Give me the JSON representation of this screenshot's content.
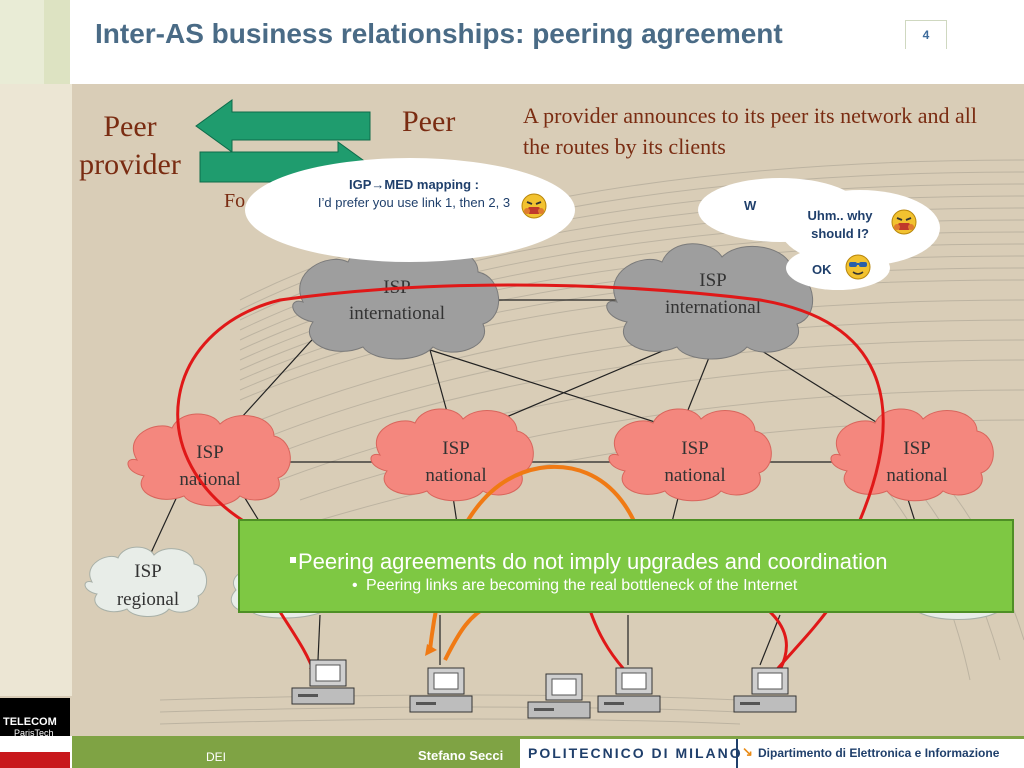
{
  "header": {
    "title": "Inter-AS business relationships: peering agreement",
    "page_number": "4"
  },
  "diagram": {
    "peer_left": "Peer\nprovider",
    "peer_right": "Peer",
    "announcement": "A provider announces to its peer its network and all the routes by its clients",
    "partial_label": "Fo",
    "bubble_left": {
      "title": "IGP→MED mapping :",
      "body": "I’d prefer you use link 1, then 2, 3"
    },
    "bubble_right": {
      "partial": "W",
      "line1": "Uhm.. why",
      "line2": "should I?",
      "ok": "OK"
    },
    "clouds": [
      {
        "kind": "international",
        "line1": "ISP",
        "line2": "international"
      },
      {
        "kind": "international",
        "line1": "ISP",
        "line2": "international"
      },
      {
        "kind": "national",
        "line1": "ISP",
        "line2": "national"
      },
      {
        "kind": "national",
        "line1": "ISP",
        "line2": "national"
      },
      {
        "kind": "national",
        "line1": "ISP",
        "line2": "national"
      },
      {
        "kind": "national",
        "line1": "ISP",
        "line2": "national"
      },
      {
        "kind": "regional",
        "line1": "ISP",
        "line2": "regional"
      }
    ]
  },
  "callout": {
    "main": "Peering agreements do not imply upgrades and coordination",
    "sub": "Peering links are becoming the real bottleneck of the Internet"
  },
  "footer": {
    "dept_short": "DEI",
    "author": "Stefano Secci",
    "university": "POLITECNICO DI MILANO",
    "department": "Dipartimento di Elettronica e Informazione",
    "logo_line1": "TELECOM",
    "logo_line2": "ParisTech"
  },
  "colors": {
    "title": "#4a6b86",
    "footer_green": "#7fa344",
    "callout_green": "#7ec843",
    "national_cloud": "#f4877e",
    "international_cloud": "#9e9e9e",
    "regional_cloud": "#e8ede8",
    "red_path": "#e01818",
    "orange_path": "#f07a14"
  }
}
